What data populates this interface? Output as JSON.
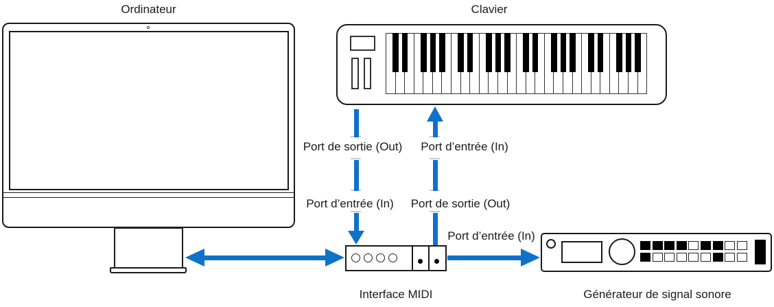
{
  "figure": {
    "description": "MIDI hardware setup diagram",
    "arrow_color": "#0E72C9"
  },
  "labels": {
    "computer": "Ordinateur",
    "keyboard": "Clavier",
    "midi_interface": "Interface MIDI",
    "sound_generator": "Générateur de signal sonore"
  },
  "port_labels": {
    "keyboard_out": "Port de sortie (Out)",
    "keyboard_in": "Port d’entrée (In)",
    "interface_in": "Port d’entrée (In)",
    "interface_out": "Port de sortie (Out)",
    "generator_in": "Port d’entrée (In)"
  },
  "keyboard": {
    "white_keys": 28,
    "black_note_pattern": [
      1,
      1,
      0,
      1,
      1,
      1,
      0
    ]
  },
  "midi_interface": {
    "circle_ports": 4,
    "dot_ports": 2
  },
  "generator_buttons": [
    [
      1,
      1,
      1,
      1,
      0,
      1,
      1,
      0,
      0
    ],
    [
      1,
      0,
      0,
      0,
      0,
      0,
      1,
      0,
      0
    ]
  ]
}
